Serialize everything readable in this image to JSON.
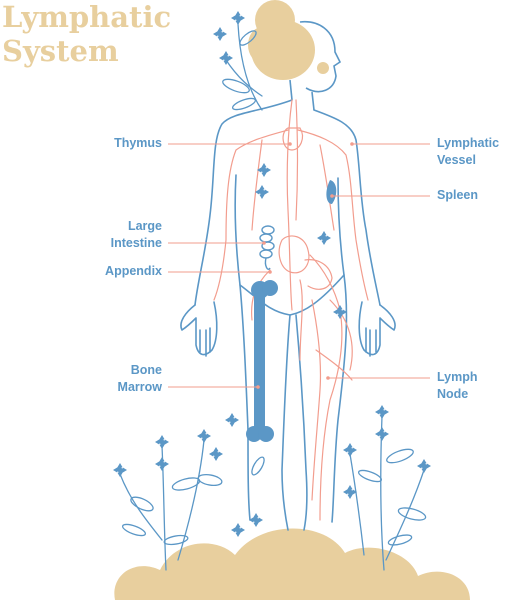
{
  "title": {
    "line1": "Lymphatic",
    "line2": "System"
  },
  "labels": {
    "thymus": "Thymus",
    "large_intestine_1": "Large",
    "large_intestine_2": "Intestine",
    "appendix": "Appendix",
    "bone_marrow_1": "Bone",
    "bone_marrow_2": "Marrow",
    "lymphatic_vessel_1": "Lymphatic",
    "lymphatic_vessel_2": "Vessel",
    "spleen": "Spleen",
    "lymph_node_1": "Lymph",
    "lymph_node_2": "Node"
  },
  "colors": {
    "outline_blue": "#5b97c6",
    "vessel_red": "#f29d8e",
    "beige": "#e8cf9e",
    "background": "#ffffff"
  }
}
